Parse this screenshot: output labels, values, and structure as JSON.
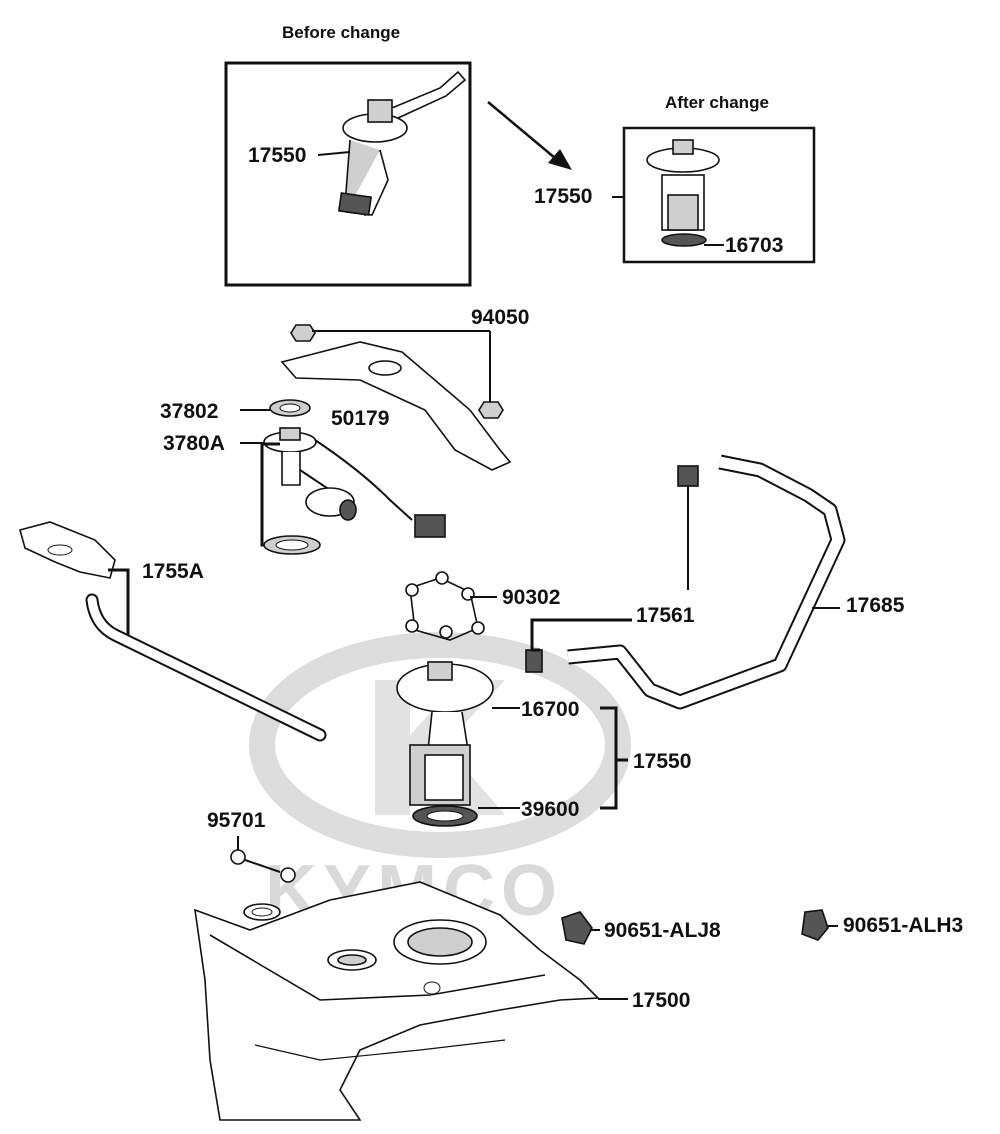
{
  "watermark": {
    "brand": "KYMCO"
  },
  "captions": {
    "before": "Before change",
    "after": "After change"
  },
  "parts": {
    "p17550_before": "17550",
    "p17550_after": "17550",
    "p16703": "16703",
    "p94050": "94050",
    "p37802": "37802",
    "p50179": "50179",
    "p3780A": "3780A",
    "p1755A": "1755A",
    "p90302": "90302",
    "p17561": "17561",
    "p17685": "17685",
    "p16700": "16700",
    "p17550_main": "17550",
    "p39600": "39600",
    "p95701": "95701",
    "p90651_ALJ8": "90651-ALJ8",
    "p90651_ALH3": "90651-ALH3",
    "p17500": "17500"
  }
}
